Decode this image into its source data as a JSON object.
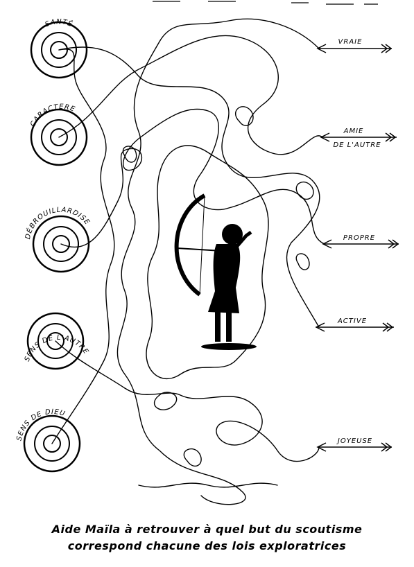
{
  "targets": [
    {
      "label": "SANTÉ"
    },
    {
      "label": "CARACTERE"
    },
    {
      "label": "DÉBROUILLARDISE"
    },
    {
      "label": "SENS DE L'AUTRE"
    },
    {
      "label": "SENS DE DIEU"
    }
  ],
  "arrows": [
    {
      "lines": [
        "VRAIE"
      ]
    },
    {
      "lines": [
        "AMIE",
        "DE L'AUTRE"
      ]
    },
    {
      "lines": [
        "PROPRE"
      ]
    },
    {
      "lines": [
        "ACTIVE"
      ]
    },
    {
      "lines": [
        "JOYEUSE"
      ]
    }
  ],
  "caption": {
    "line1": "Aide Maïla à retrouver à quel but du scoutisme",
    "line2": "correspond chacune des lois exploratrices"
  }
}
